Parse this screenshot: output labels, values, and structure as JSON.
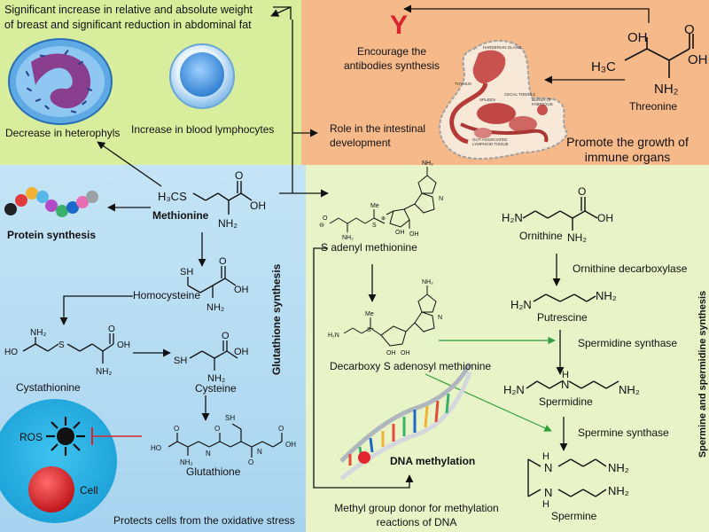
{
  "top_left": {
    "headline_line1": "Significant increase in relative and absolute weight",
    "headline_line2": "of breast and significant reduction in abdominal fat",
    "heterophyls": "Decrease in heterophyls",
    "lymphocytes": "Increase in blood lymphocytes"
  },
  "top_right": {
    "antibodies_line1": "Encourage the",
    "antibodies_line2": "antibodies synthesis",
    "threonine": "Threonine",
    "intestinal_line1": "Role in the intestinal",
    "intestinal_line2": "development",
    "immune_line1": "Promote the growth of",
    "immune_line2": "immune organs",
    "antibody_glyph": "Y"
  },
  "left_panel": {
    "methionine": "Methionine",
    "protein_synthesis": "Protein synthesis",
    "homocysteine": "Homocysteine",
    "cystathionine": "Cystathionine",
    "cysteine": "Cysteine",
    "glutathione": "Glutathione",
    "glutathione_synthesis": "Glutathione synthesis",
    "ros": "ROS",
    "cell": "Cell",
    "protects": "Protects cells from the oxidative stress"
  },
  "right_panel": {
    "s_adenyl": "S adenyl methionine",
    "ornithine": "Ornithine",
    "ornithine_decarboxylase": "Ornithine decarboxylase",
    "putrescine": "Putrescine",
    "spermidine_synthase": "Spermidine synthase",
    "decarboxy": "Decarboxy S adenosyl methionine",
    "spermidine": "Spermidine",
    "spermine_synthase": "Spermine synthase",
    "dna_methylation": "DNA methylation",
    "spermine": "Spermine",
    "methyl_line1": "Methyl group donor for methylation",
    "methyl_line2": "reactions of DNA",
    "spermine_spermidine_synthesis": "Spermine and spermidine synthesis"
  },
  "colors": {
    "top_left_bg": "#d9ee9c",
    "top_right_bg": "#f5b98a",
    "left_bg": "#b5dcf2",
    "right_bg": "#e8f3c8",
    "arrow": "#111111",
    "green_arrow": "#2e9e3a",
    "inhibit": "#d9262c",
    "antibody": "#d9262c",
    "cell": "#25b3e8",
    "nucleus": "#d9262c"
  }
}
